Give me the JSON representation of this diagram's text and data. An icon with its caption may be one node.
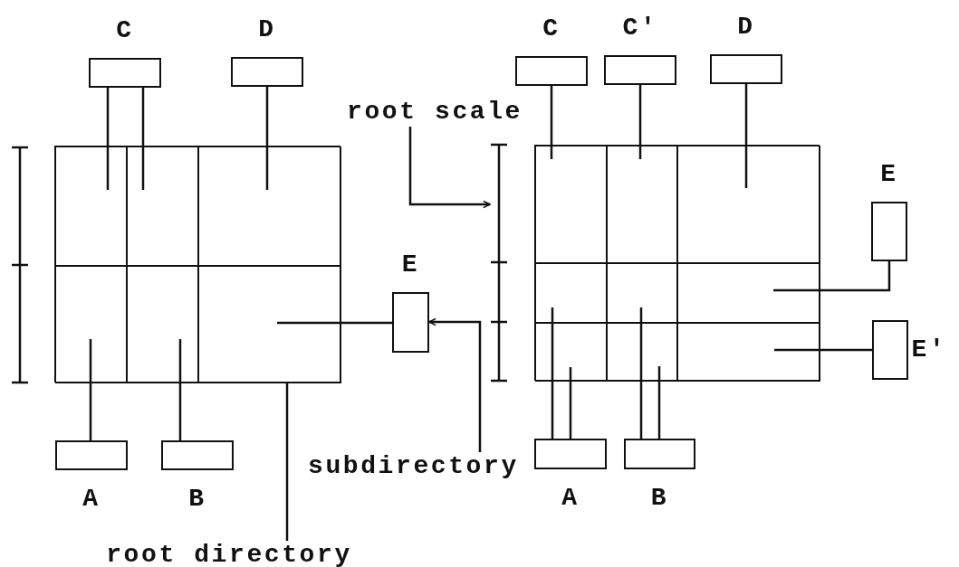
{
  "diagram": {
    "nodes": [
      {
        "text": [
          "C"
        ]
      },
      {
        "text": [
          "D"
        ]
      },
      {
        "text": [],
        "shape": "box"
      },
      {
        "text": [],
        "shape": "box",
        "in": 2
      },
      {
        "text": [],
        "shape": "box",
        "in": 2
      },
      {
        "text": [],
        "shape": "box",
        "in": 2
      },
      {
        "text": [],
        "shape": "box",
        "in": 2
      },
      {
        "text": [],
        "shape": "box",
        "in": 2
      },
      {
        "text": [],
        "shape": "box",
        "in": 2
      },
      {
        "text": [
          "E"
        ]
      },
      {
        "text": [
          "A"
        ]
      },
      {
        "text": [
          "B"
        ]
      },
      {
        "text": [
          "root directory"
        ]
      },
      {
        "text": [
          "root scale"
        ]
      },
      {
        "text": [
          "C"
        ]
      },
      {
        "text": [
          "C'"
        ]
      },
      {
        "text": [
          "D"
        ]
      },
      {
        "text": [],
        "shape": "box"
      },
      {
        "text": [],
        "shape": "box",
        "in": 17
      },
      {
        "text": [],
        "shape": "box",
        "in": 17
      },
      {
        "text": [],
        "shape": "box",
        "in": 17
      },
      {
        "text": [],
        "shape": "box",
        "in": 17
      },
      {
        "text": [],
        "shape": "box",
        "in": 17
      },
      {
        "text": [],
        "shape": "box",
        "in": 17
      },
      {
        "text": [],
        "shape": "box",
        "in": 17
      },
      {
        "text": [],
        "shape": "box",
        "in": 17
      },
      {
        "text": [],
        "shape": "box",
        "in": 17
      },
      {
        "text": [
          "E"
        ]
      },
      {
        "text": [
          "E'"
        ]
      },
      {
        "text": [
          "subdirectory"
        ]
      },
      {
        "text": [
          "A"
        ]
      },
      {
        "text": [
          "B"
        ]
      },
      {
        "text": [],
        "shape": "bar"
      },
      {
        "text": [],
        "shape": "bar"
      }
    ],
    "edges": [
      {
        "from": 0,
        "to": 3,
        "arrow": "none"
      },
      {
        "from": 0,
        "to": 4,
        "arrow": "none"
      },
      {
        "from": 1,
        "to": 5,
        "arrow": "none"
      },
      {
        "from": 9,
        "to": 8,
        "arrow": "none"
      },
      {
        "from": 10,
        "to": 6,
        "arrow": "none"
      },
      {
        "from": 11,
        "to": 7,
        "arrow": "none"
      },
      {
        "from": 12,
        "to": 2,
        "arrow": "none"
      },
      {
        "from": 13,
        "to": 33,
        "arrow": "to"
      },
      {
        "from": 14,
        "to": 18,
        "arrow": "none"
      },
      {
        "from": 15,
        "to": 19,
        "arrow": "none"
      },
      {
        "from": 16,
        "to": 20,
        "arrow": "none"
      },
      {
        "from": 27,
        "to": 23,
        "arrow": "none"
      },
      {
        "from": 28,
        "to": 26,
        "arrow": "none"
      },
      {
        "from": 30,
        "to": 21,
        "arrow": "none"
      },
      {
        "from": 30,
        "to": 24,
        "arrow": "none"
      },
      {
        "from": 31,
        "to": 22,
        "arrow": "none"
      },
      {
        "from": 31,
        "to": 25,
        "arrow": "none"
      },
      {
        "from": 29,
        "to": 9,
        "arrow": "to"
      }
    ]
  }
}
